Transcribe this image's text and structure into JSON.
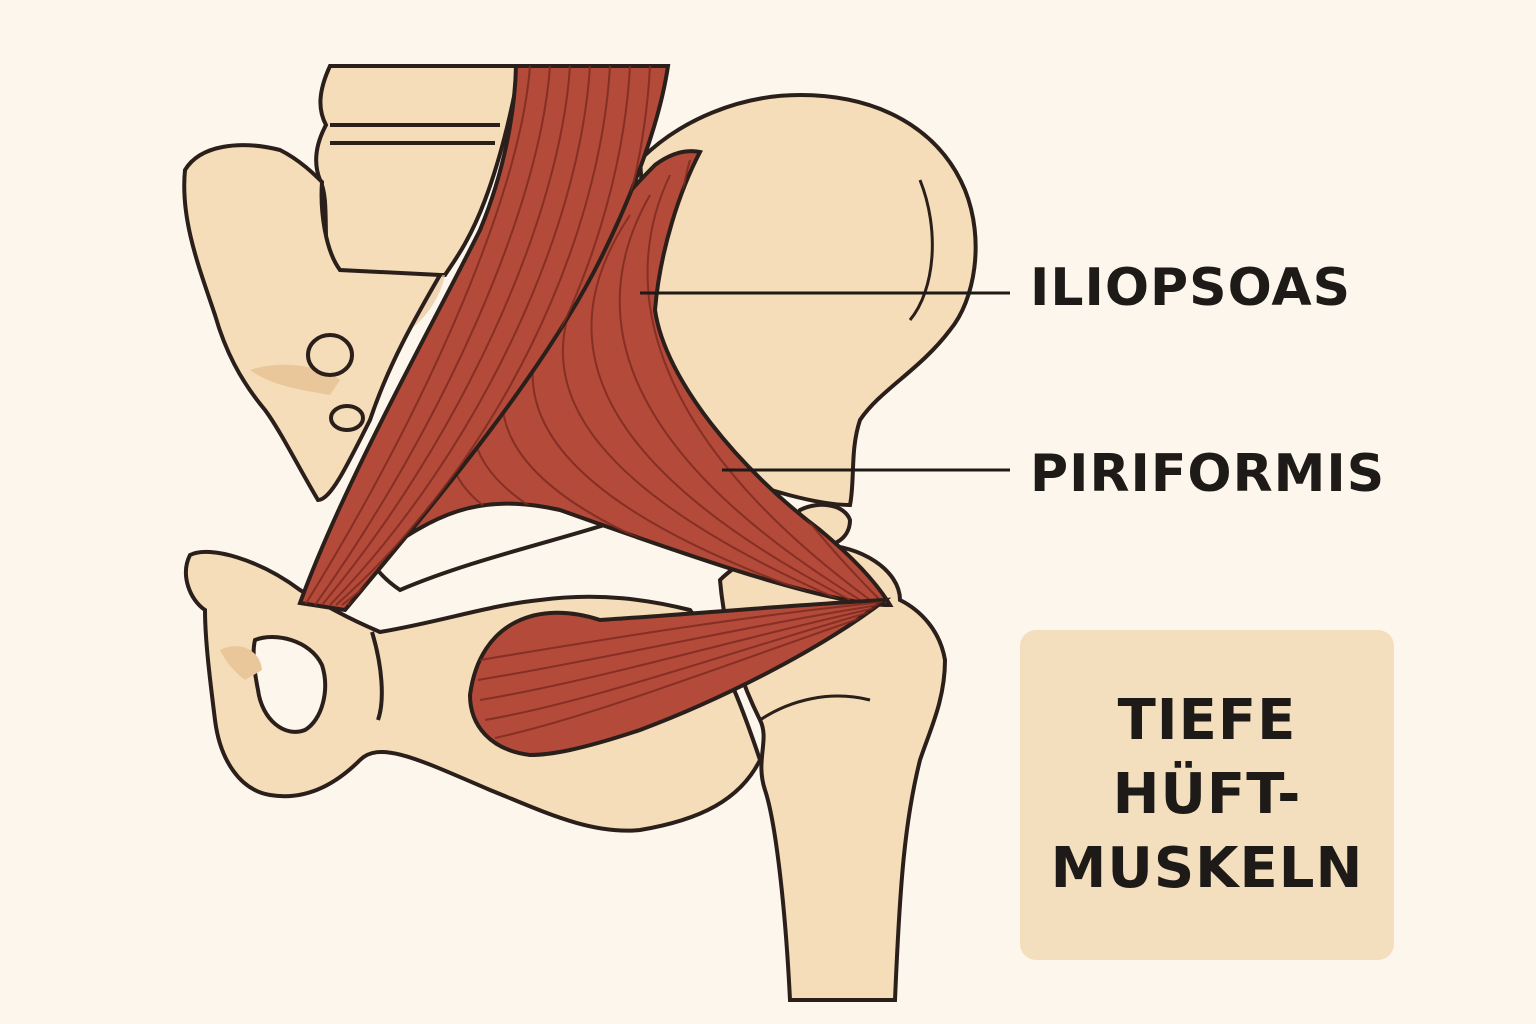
{
  "labels": {
    "iliopsoas": "ILIOPSOAS",
    "piriformis": "PIRIFORMIS"
  },
  "title": {
    "lines": [
      "TIEFE",
      "HÜFT-",
      "MUSKELN"
    ]
  },
  "colors": {
    "background": "#fcf6ec",
    "bone": "#f4ddb8",
    "bone_shadow": "#e9c79b",
    "muscle": "#b34a3a",
    "muscle_fiber": "#7e2b21",
    "outline": "#2a1f1a",
    "title_box": "#f3dfbd"
  }
}
